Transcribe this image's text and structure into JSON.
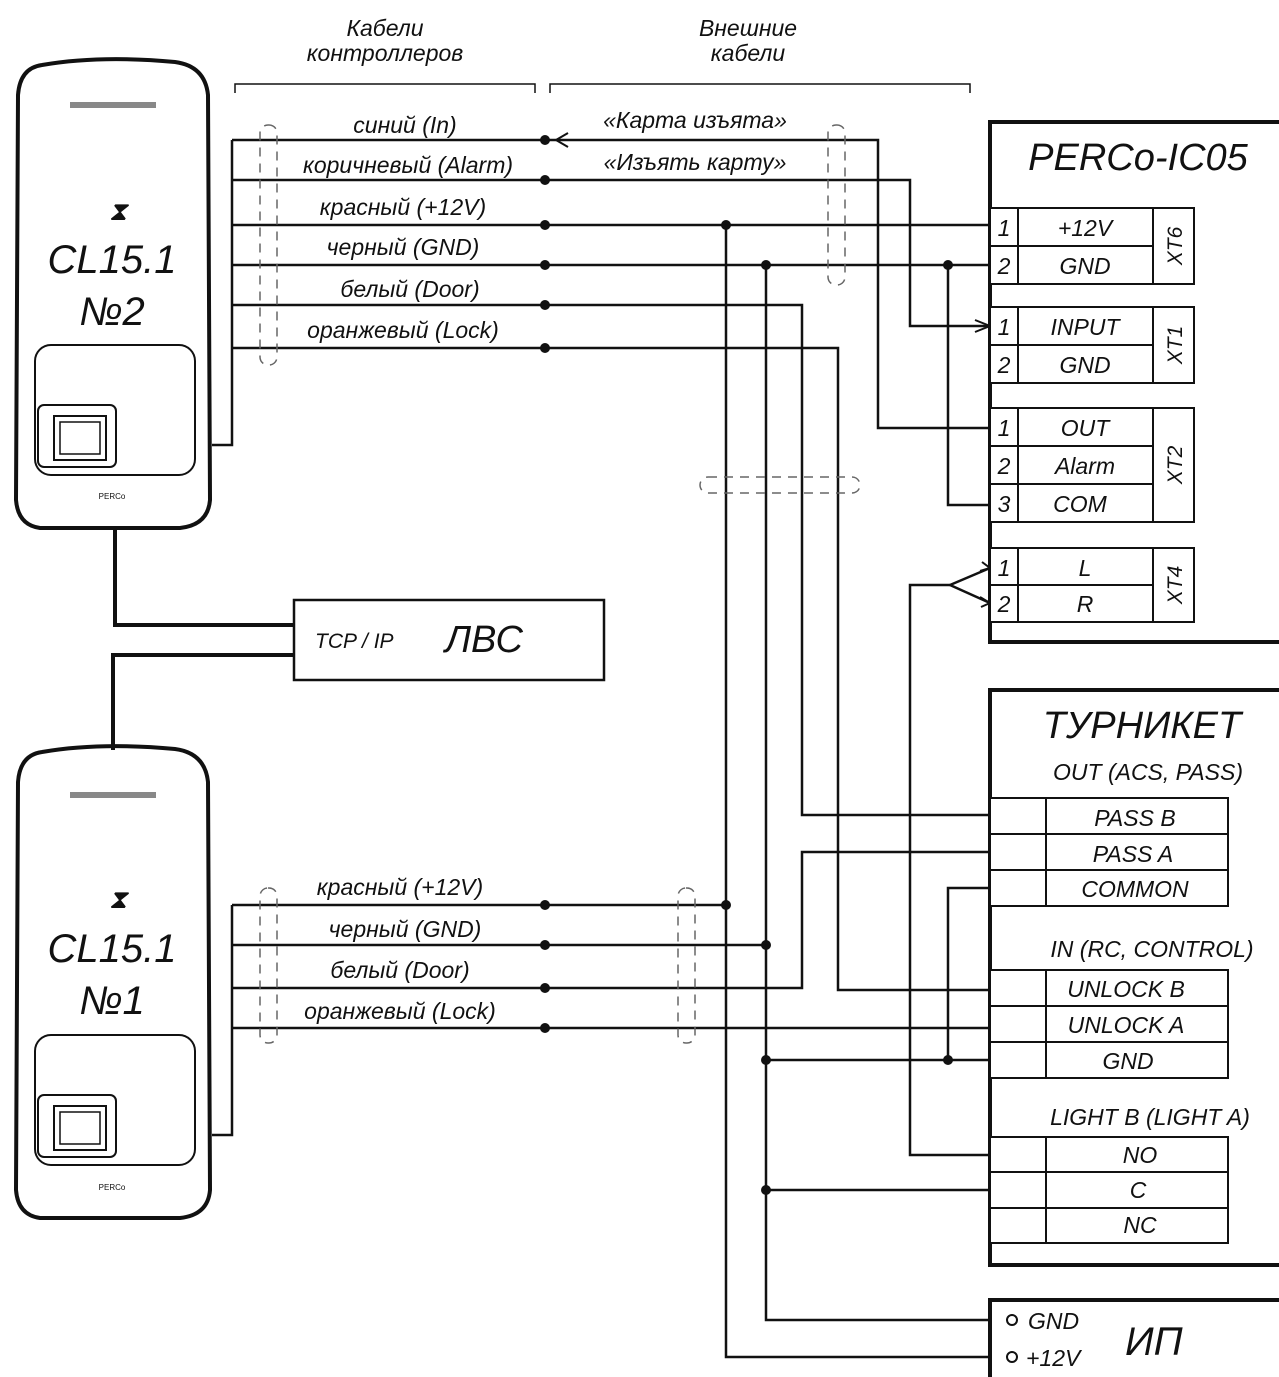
{
  "headers": {
    "controller_cables": [
      "Кабели",
      "контроллеров"
    ],
    "external_cables": [
      "Внешние",
      "кабели"
    ]
  },
  "reader2": {
    "model": "CL15.1",
    "number": "№2",
    "brand": "PERCo",
    "wires": [
      "синий (In)",
      "коричневый (Alarm)",
      "красный (+12V)",
      "черный (GND)",
      "белый (Door)",
      "оранжевый (Lock)"
    ]
  },
  "reader1": {
    "model": "CL15.1",
    "number": "№1",
    "brand": "PERCo",
    "wires": [
      "красный (+12V)",
      "черный (GND)",
      "белый (Door)",
      "оранжевый (Lock)"
    ]
  },
  "signals": {
    "card_taken": "«Карта изъята»",
    "take_card": "«Изъять карту»"
  },
  "network": {
    "protocol": "TCP / IP",
    "name": "ЛВС"
  },
  "ic05": {
    "title": "PERCo-IC05",
    "blocks": [
      {
        "name": "XT6",
        "pins": [
          {
            "num": "1",
            "label": "+12V"
          },
          {
            "num": "2",
            "label": "GND"
          }
        ]
      },
      {
        "name": "XT1",
        "pins": [
          {
            "num": "1",
            "label": "INPUT"
          },
          {
            "num": "2",
            "label": "GND"
          }
        ]
      },
      {
        "name": "XT2",
        "pins": [
          {
            "num": "1",
            "label": "OUT"
          },
          {
            "num": "2",
            "label": "Alarm"
          },
          {
            "num": "3",
            "label": "COM"
          }
        ]
      },
      {
        "name": "XT4",
        "pins": [
          {
            "num": "1",
            "label": "L"
          },
          {
            "num": "2",
            "label": "R"
          }
        ]
      }
    ]
  },
  "turnstile": {
    "title": "ТУРНИКЕТ",
    "groups": [
      {
        "title": "OUT (ACS, PASS)",
        "pins": [
          "PASS B",
          "PASS A",
          "COMMON"
        ]
      },
      {
        "title": "IN (RC, CONTROL)",
        "pins": [
          "UNLOCK B",
          "UNLOCK A",
          "GND"
        ]
      },
      {
        "title": "LIGHT B (LIGHT A)",
        "pins": [
          "NO",
          "C",
          "NC"
        ]
      }
    ]
  },
  "psu": {
    "title": "ИП",
    "terminals": [
      "GND",
      "+12V"
    ]
  }
}
